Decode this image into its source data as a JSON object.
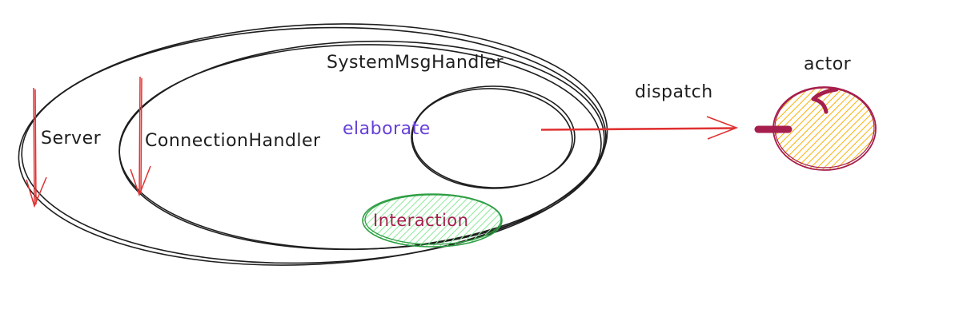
{
  "labels": {
    "server": "Server",
    "connection_handler": "ConnectionHandler",
    "system_msg_handler": "SystemMsgHandler",
    "elaborate": "elaborate",
    "interaction": "Interaction",
    "dispatch": "dispatch",
    "actor": "actor"
  },
  "colors": {
    "ink": "#1e1e1e",
    "red": "#e03131",
    "purple": "#6741d9",
    "green": "#2f9e44",
    "green_fill": "#8ce99a",
    "crimson": "#a61e4d",
    "yellow": "#ffd43b",
    "orange": "#fab005"
  }
}
